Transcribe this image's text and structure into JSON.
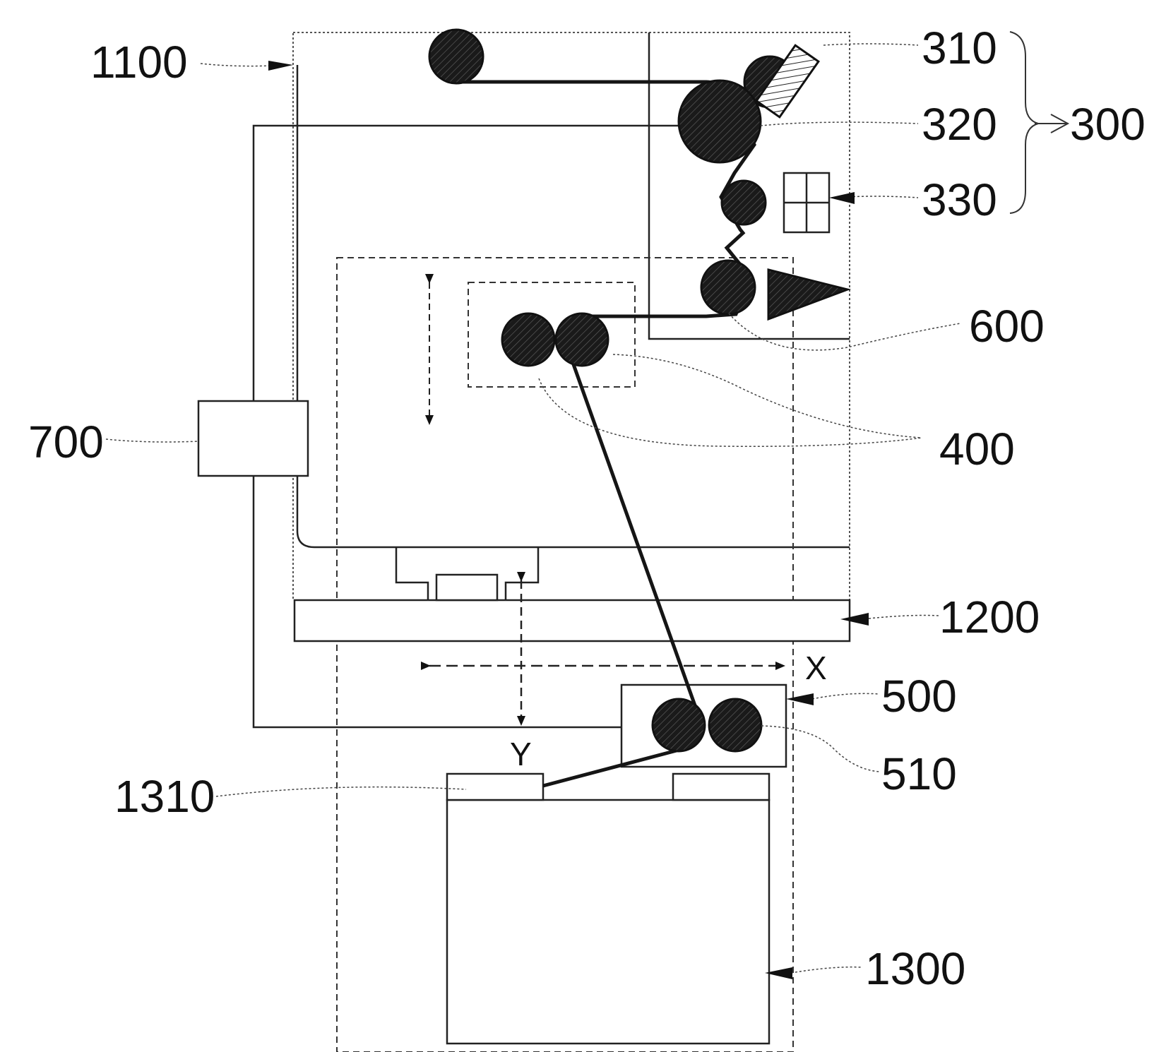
{
  "labels": {
    "l1100": "1100",
    "l310": "310",
    "l320": "320",
    "l330": "330",
    "l300": "300",
    "l600": "600",
    "l400": "400",
    "l700": "700",
    "l1200": "1200",
    "l500": "500",
    "l510": "510",
    "l1310": "1310",
    "l1300": "1300"
  },
  "axes": {
    "x": "X",
    "y": "Y"
  },
  "colors": {
    "line": "#222222",
    "roller_fill": "#1a1a1a",
    "background": "#ffffff"
  }
}
